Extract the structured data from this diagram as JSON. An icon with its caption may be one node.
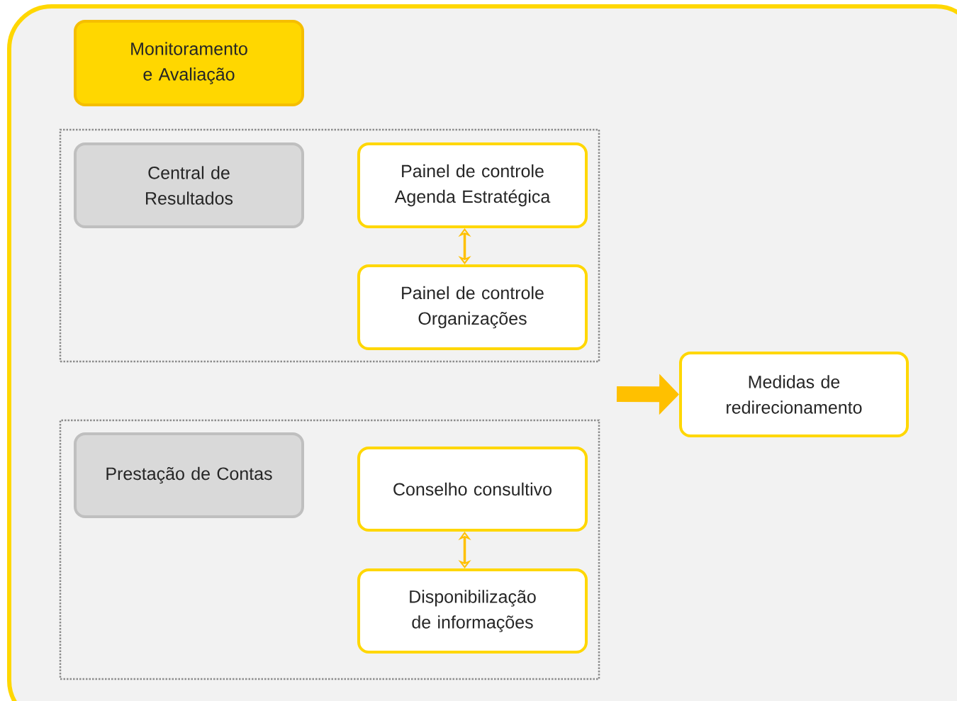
{
  "diagram": {
    "nodes": [
      {
        "text": [
          "Monitoramento e Avaliação"
        ]
      },
      {
        "text": [],
        "shape": "box"
      },
      {
        "text": [
          "Central de Resultados"
        ],
        "in": 1
      },
      {
        "text": [
          "Painel de controle Agenda Estratégica"
        ],
        "in": 1
      },
      {
        "text": [
          "Painel de controle Organizações"
        ],
        "in": 1
      },
      {
        "text": [],
        "shape": "box"
      },
      {
        "text": [
          "Prestação de Contas"
        ],
        "in": 5
      },
      {
        "text": [
          "Conselho consultivo"
        ],
        "in": 5
      },
      {
        "text": [
          "Disponibilização de informações"
        ],
        "in": 5
      },
      {
        "text": [
          "Medidas de redirecionamento"
        ]
      }
    ],
    "edges": [
      {
        "from": 3,
        "to": 4,
        "arrow": "both"
      },
      {
        "from": 7,
        "to": 8,
        "arrow": "both"
      },
      {
        "from": null,
        "to": 9,
        "arrow": "to",
        "style": "thick"
      }
    ]
  }
}
